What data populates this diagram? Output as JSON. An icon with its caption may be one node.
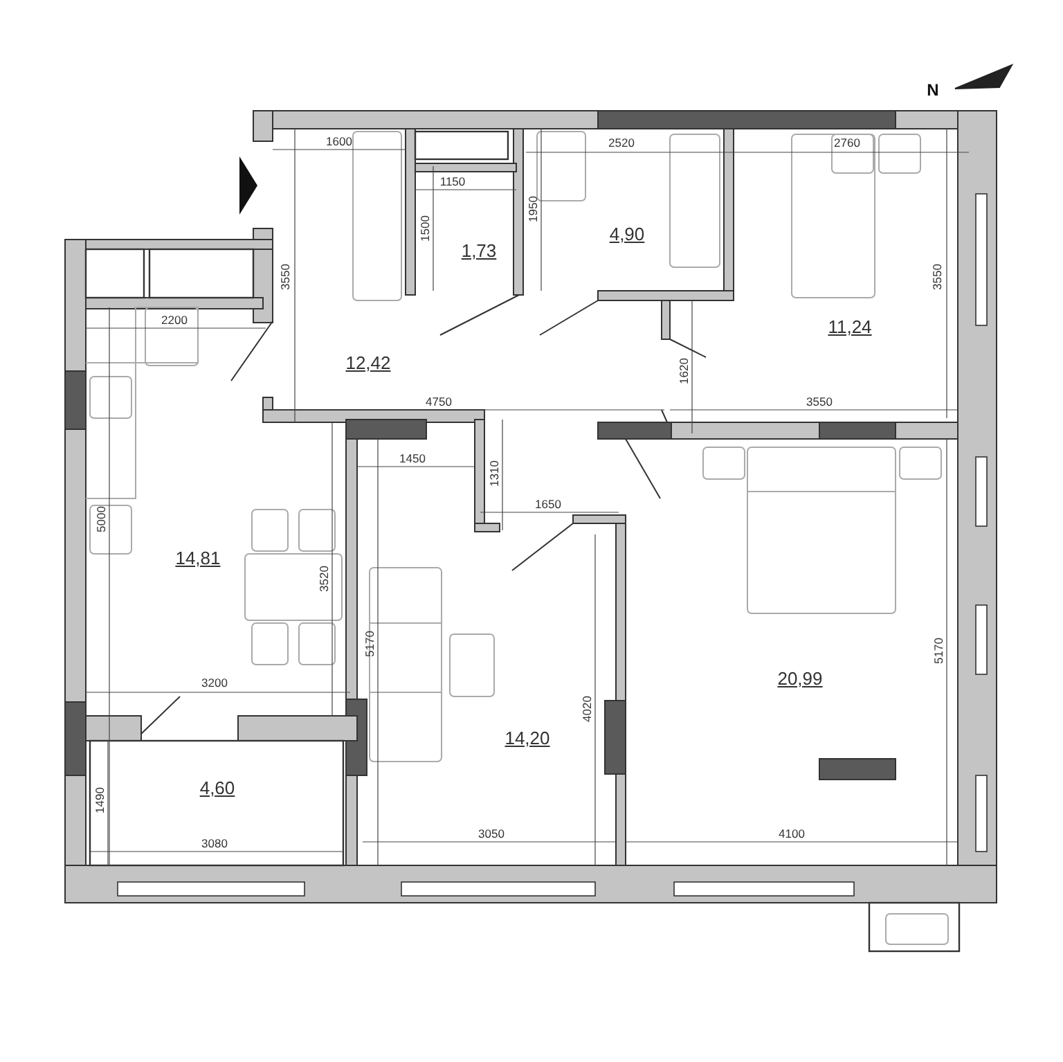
{
  "diagram": {
    "labels": [
      "N",
      "1600",
      "2520",
      "2760",
      "1150",
      "1500",
      "1950",
      "1,73",
      "4,90",
      "3550",
      "3550",
      "2200",
      "11,24",
      "12,42",
      "1620",
      "4750",
      "3550",
      "1450",
      "1310",
      "1650",
      "5000",
      "14,81",
      "3520",
      "5170",
      "20,99",
      "3200",
      "4020",
      "5170",
      "14,20",
      "4,60",
      "1490",
      "3080",
      "3050",
      "4100"
    ]
  }
}
